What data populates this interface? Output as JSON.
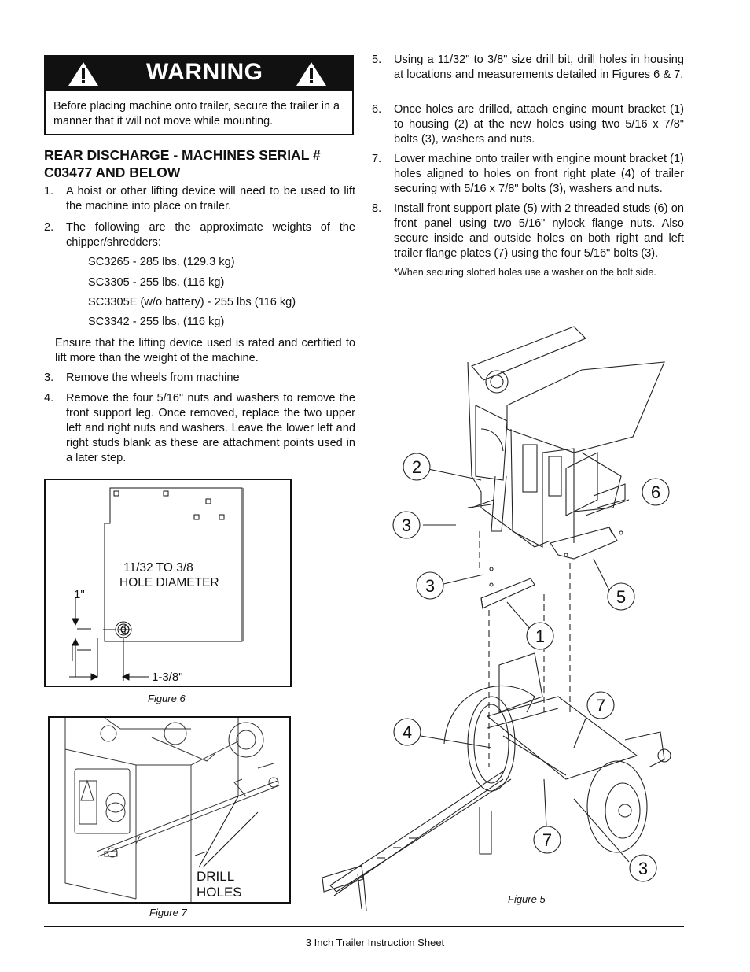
{
  "warning": {
    "title": "WARNING",
    "text": "Before placing machine onto trailer, secure the trailer in a manner that it will not move while mounting."
  },
  "section": {
    "heading_line1": "REAR DISCHARGE - MACHINES SERIAL #",
    "heading_line2": "C03477 AND BELOW"
  },
  "left_steps": [
    {
      "num": "1.",
      "text": "A hoist or other lifting device will need to be used to lift the machine into place on trailer."
    },
    {
      "num": "2.",
      "text": "The following are the approximate weights of the chipper/shredders:"
    },
    {
      "num": "3.",
      "text": "Remove the wheels from machine"
    },
    {
      "num": "4.",
      "text": "Remove the four 5/16\" nuts and washers to remove the front support leg. Once removed, replace the two upper left and right nuts and washers. Leave the lower left and right studs blank as these are attachment points used in a later step."
    }
  ],
  "weights": [
    "SC3265 - 285 lbs. (129.3 kg)",
    "SC3305 - 255 lbs. (116 kg)",
    "SC3305E (w/o battery) - 255 lbs (116 kg)",
    "SC3342 - 255 lbs. (116 kg)"
  ],
  "ensure_text": "Ensure that the lifting device used is rated and certified to lift more than the weight of the machine.",
  "right_steps": [
    {
      "num": "5.",
      "text": "Using a 11/32\" to 3/8\" size drill bit, drill holes in housing at locations and measurements detailed in Figures 6 & 7."
    },
    {
      "num": "6.",
      "text": "Once holes are drilled, attach engine mount bracket (1) to housing (2) at the new holes using two 5/16 x 7/8\" bolts (3), washers and nuts."
    },
    {
      "num": "7.",
      "text": "Lower machine onto trailer with engine mount bracket (1) holes aligned to holes on front right plate (4) of trailer securing with 5/16 x 7/8\" bolts (3), washers and nuts."
    },
    {
      "num": "8.",
      "text": "Install front support plate (5) with 2 threaded studs (6) on front panel using two 5/16\" nylock flange nuts. Also secure inside and outside holes on both right and left trailer flange plates (7) using the four 5/16\" bolts (3)."
    }
  ],
  "note": "*When securing slotted holes use a washer on the bolt side.",
  "figure6": {
    "label_line1": "11/32 TO 3/8",
    "label_line2": "HOLE DIAMETER",
    "dim_vertical": "1\"",
    "dim_horizontal": "1-3/8\"",
    "caption": "Figure 6"
  },
  "figure7": {
    "label_line1": "DRILL",
    "label_line2": "HOLES",
    "caption": "Figure 7"
  },
  "figure5": {
    "callouts": [
      "2",
      "3",
      "6",
      "3",
      "5",
      "1",
      "7",
      "4",
      "7",
      "3"
    ],
    "caption": "Figure 5"
  },
  "footer": "3 Inch Trailer Instruction Sheet"
}
